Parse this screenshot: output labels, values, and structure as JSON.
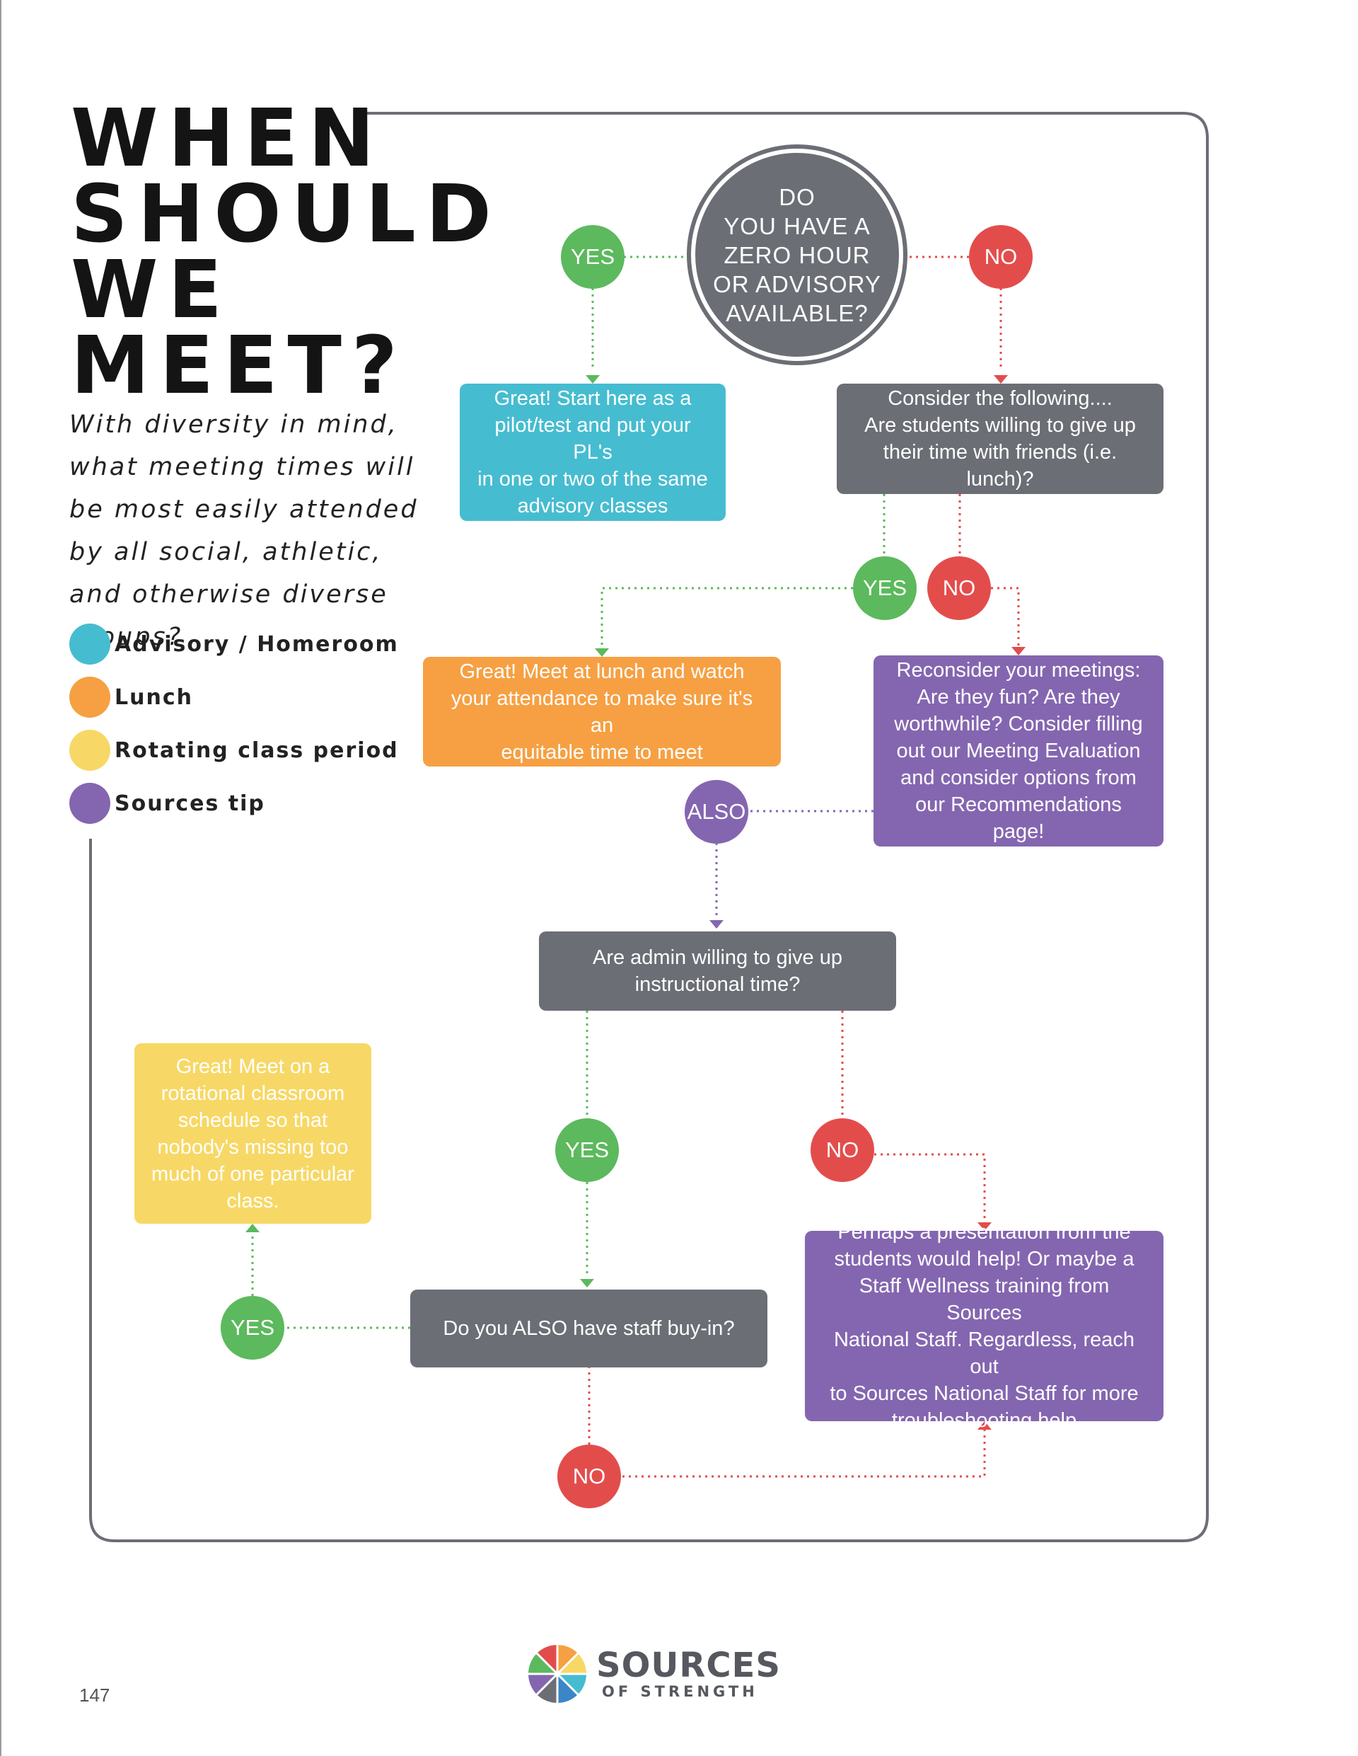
{
  "title": {
    "lines": [
      "WHEN",
      "SHOULD",
      "WE",
      "MEET?"
    ]
  },
  "subtitle": "With diversity in mind, what meeting times will be most easily attended by all social, athletic, and otherwise diverse groups?",
  "legend": [
    {
      "label": "Advisory / Homeroom",
      "color": "#46bcd0"
    },
    {
      "label": "Lunch",
      "color": "#f6a043"
    },
    {
      "label": "Rotating class period",
      "color": "#f7d866"
    },
    {
      "label": "Sources tip",
      "color": "#8466b0"
    }
  ],
  "colors": {
    "yes": "#5cb95d",
    "no": "#e24d4c",
    "also": "#8466b0",
    "question": "#6b6e75",
    "frame": "#6b6e75"
  },
  "question_main": [
    "DO",
    "YOU HAVE A",
    "ZERO HOUR",
    "OR ADVISORY",
    "AVAILABLE?"
  ],
  "labels": {
    "yes": "YES",
    "no": "NO",
    "also": "ALSO"
  },
  "boxes": {
    "advisory_start": [
      "Great! Start here as a",
      "pilot/test and put your PL's",
      "in one or two of the same",
      "advisory classes"
    ],
    "consider": [
      "Consider the following....",
      "Are students willing to give up",
      "their time with friends (i.e. lunch)?"
    ],
    "lunch": [
      "Great! Meet at lunch and watch",
      "your attendance to make sure it's an",
      "equitable time to meet"
    ],
    "reconsider": [
      "Reconsider your meetings:",
      "Are they fun? Are they",
      "worthwhile? Consider filling",
      "out our Meeting Evaluation",
      "and consider options from",
      "our Recommendations page!"
    ],
    "admin": [
      "Are admin willing to give up",
      "instructional time?"
    ],
    "rotational": [
      "Great! Meet on a",
      "rotational classroom",
      "schedule so that",
      "nobody's missing too",
      "much of one particular",
      "class."
    ],
    "staff_buyin": [
      "Do you ALSO have staff buy-in?"
    ],
    "presentation": [
      "Perhaps a presentation from the",
      "students would help! Or maybe a",
      "Staff Wellness training from Sources",
      "National Staff. Regardless, reach out",
      "to Sources National Staff for more",
      "troubleshooting help"
    ]
  },
  "page_number": "147",
  "logo": {
    "main": "SOURCES",
    "sub": "OF STRENGTH"
  }
}
